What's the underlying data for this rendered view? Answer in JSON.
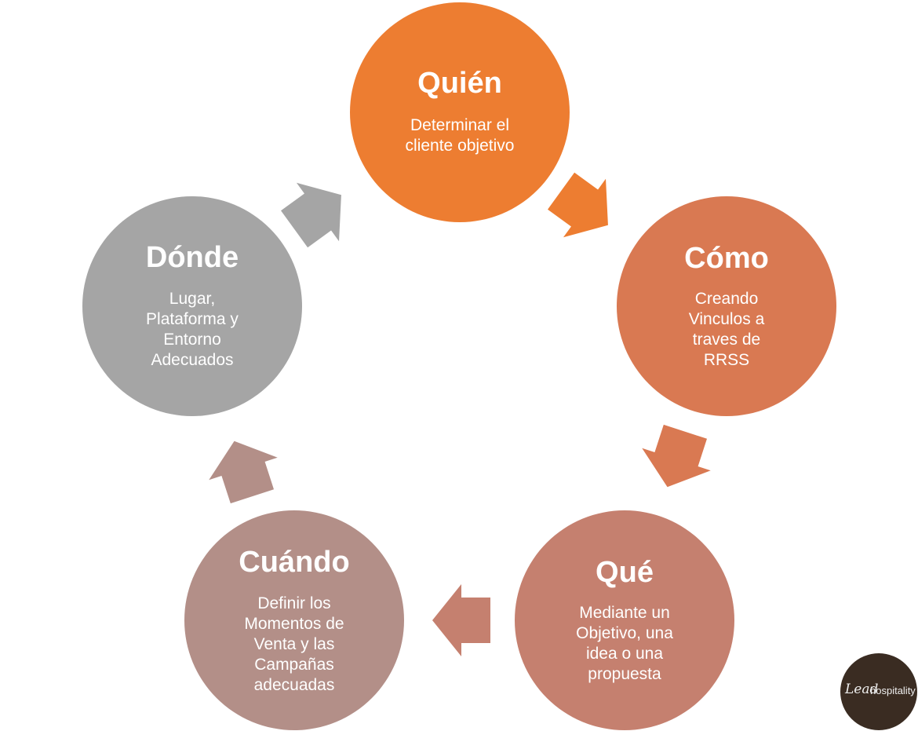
{
  "nodes": [
    {
      "title": "Quién",
      "desc": "Determinar el\ncliente objetivo",
      "color": "#ed7d31"
    },
    {
      "title": "Cómo",
      "desc": "Creando\nVinculos a\ntraves de\nRRSS",
      "color": "#d97952"
    },
    {
      "title": "Qué",
      "desc": "Mediante un\nObjetivo, una\nidea o una\npropuesta",
      "color": "#c5806f"
    },
    {
      "title": "Cuándo",
      "desc": "Definir los\nMomentos de\nVenta y las\nCampañas\nadecuadas",
      "color": "#b38f88"
    },
    {
      "title": "Dónde",
      "desc": "Lugar,\nPlataforma y\nEntorno\nAdecuados",
      "color": "#a5a5a5"
    }
  ],
  "arrow_colors": [
    "#ed7d31",
    "#d97952",
    "#c5806f",
    "#b38f88",
    "#a5a5a5"
  ],
  "logo": {
    "lead": "Lead",
    "rest": "hospitality"
  }
}
